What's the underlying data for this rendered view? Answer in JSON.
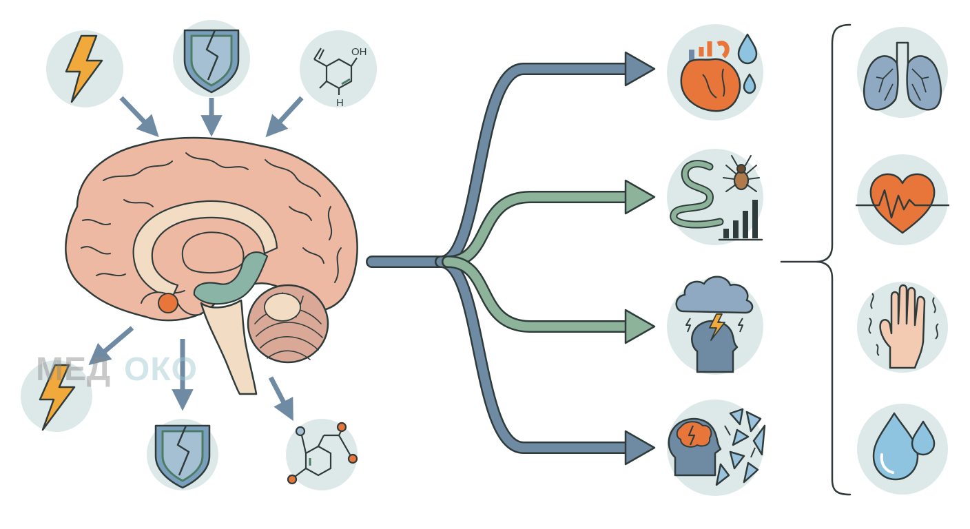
{
  "watermark": {
    "part1": "МЕД",
    "part2": "ОКО"
  },
  "chem_labels": {
    "oh": "OH",
    "h": "H"
  },
  "icons": {
    "inputs_top": [
      "lightning-icon",
      "broken-shield-icon",
      "molecule-icon"
    ],
    "inputs_bottom": [
      "lightning-icon",
      "broken-shield-icon",
      "molecule-icon"
    ],
    "outputs": [
      "heart-sweat-icon",
      "snake-spider-icon",
      "storm-head-icon",
      "shattered-mind-icon"
    ],
    "symptoms": [
      "lungs-icon",
      "heart-rate-icon",
      "trembling-hand-icon",
      "water-drops-icon"
    ]
  },
  "colors": {
    "circle_fill": "#dde9e8",
    "arrow_blue": "#6f8aa3",
    "arrow_green": "#8db39a",
    "outline": "#2e3b3a",
    "brain": "#eeb9a3",
    "amygdala": "#e8763a",
    "hippocampus": "#8ab4a6",
    "lightning": "#f2a93b"
  }
}
